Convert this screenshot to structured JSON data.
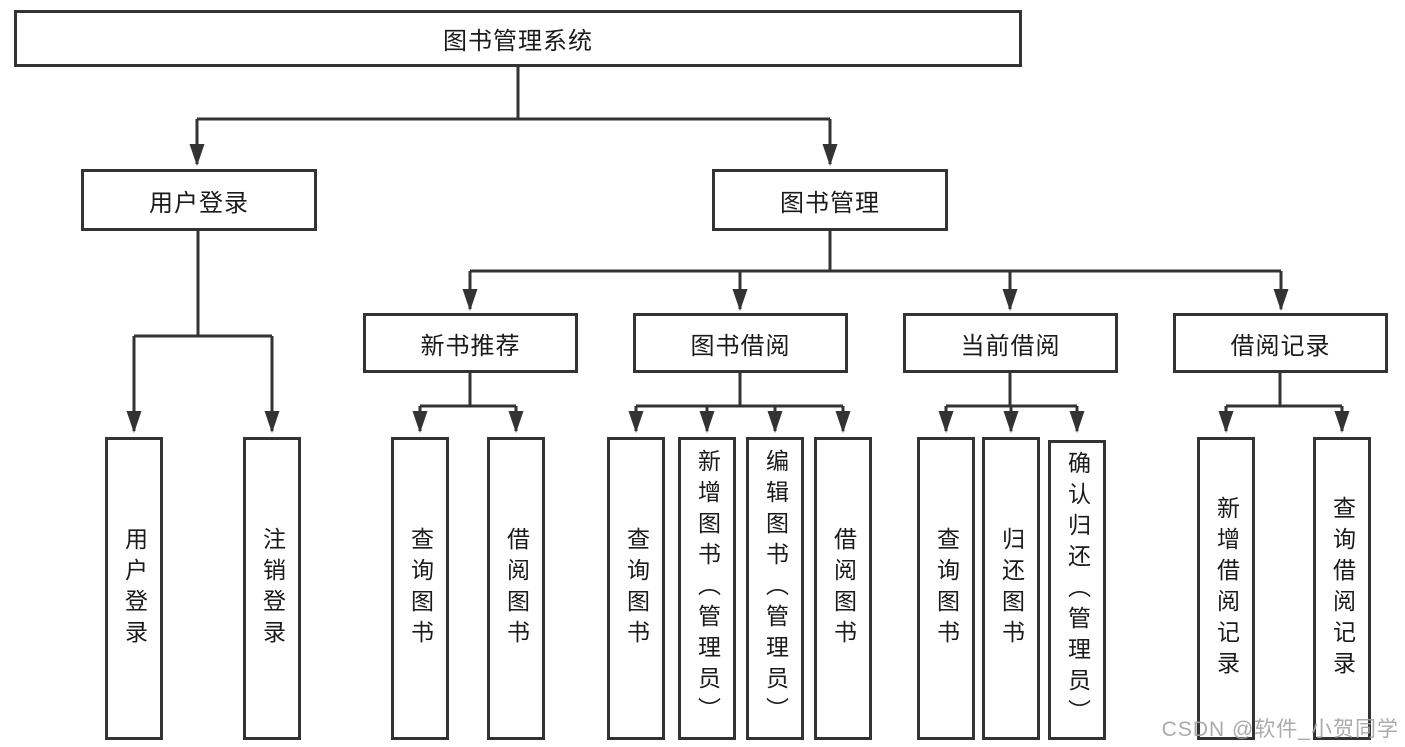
{
  "diagram": {
    "type": "tree-diagram",
    "watermark": "CSDN @软件_小贺同学",
    "colors": {
      "line": "#333333",
      "box_background": "#ffffff",
      "text": "#1a1a1a",
      "watermark": "#a3a3a3"
    },
    "tree": {
      "root": {
        "label": "图书管理系统"
      },
      "branches": [
        {
          "label": "用户登录",
          "children": [
            {
              "label": "用户登录"
            },
            {
              "label": "注销登录"
            }
          ]
        },
        {
          "label": "图书管理",
          "children": [
            {
              "label": "新书推荐",
              "children": [
                {
                  "label": "查询图书"
                },
                {
                  "label": "借阅图书"
                }
              ]
            },
            {
              "label": "图书借阅",
              "children": [
                {
                  "label": "查询图书"
                },
                {
                  "label": "新增图书（管理员）"
                },
                {
                  "label": "编辑图书（管理员）"
                },
                {
                  "label": "借阅图书"
                }
              ]
            },
            {
              "label": "当前借阅",
              "children": [
                {
                  "label": "查询图书"
                },
                {
                  "label": "归还图书"
                },
                {
                  "label": "确认归还（管理员）"
                }
              ]
            },
            {
              "label": "借阅记录",
              "children": [
                {
                  "label": "新增借阅记录"
                },
                {
                  "label": "查询借阅记录"
                }
              ]
            }
          ]
        }
      ]
    }
  }
}
